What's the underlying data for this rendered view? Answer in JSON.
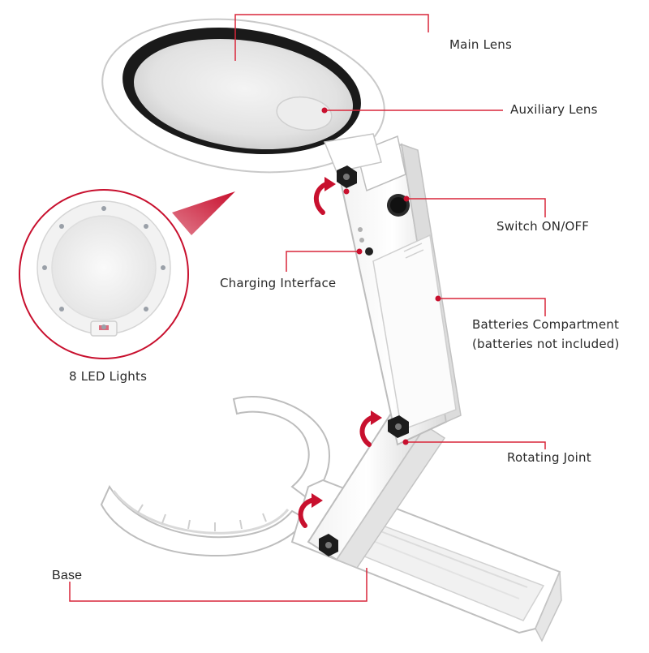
{
  "callouts": {
    "main_lens": "Main Lens",
    "auxiliary_lens": "Auxiliary Lens",
    "switch": "Switch ON/OFF",
    "charging": "Charging Interface",
    "batteries_line1": "Batteries Compartment",
    "batteries_line2": "(batteries not included)",
    "led_lights": "8 LED Lights",
    "rotating_joint": "Rotating Joint",
    "base": "Base"
  },
  "colors": {
    "accent": "#c8102e",
    "leader_line": "#d9263a",
    "body": "#ffffff",
    "body_shadow": "#d6d6d6",
    "lens_rim": "#1a1a1a"
  },
  "icons": [
    "rotate-arrow-icon",
    "power-button-icon",
    "hex-knob-icon",
    "led-dot-icon"
  ]
}
